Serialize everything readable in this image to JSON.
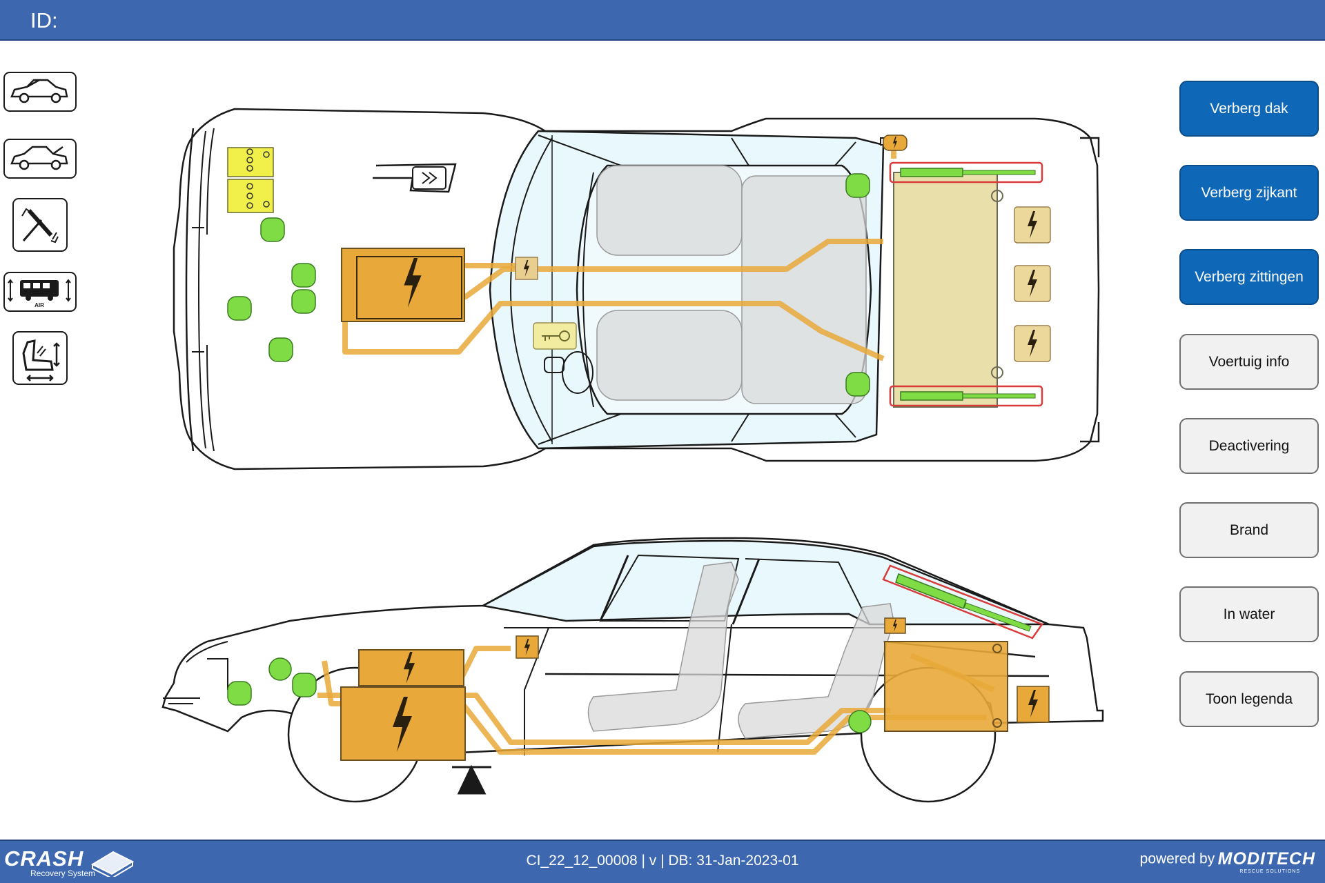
{
  "header": {
    "id_label": "ID:"
  },
  "side_toolbar": {
    "icons": [
      {
        "name": "car-hood-open-icon"
      },
      {
        "name": "car-trunk-open-icon"
      },
      {
        "name": "seatbelt-retract-icon"
      },
      {
        "name": "air-suspension-icon",
        "label": "AIR"
      },
      {
        "name": "seat-adjust-icon"
      }
    ]
  },
  "buttons": [
    {
      "label": "Verberg dak",
      "style": "primary"
    },
    {
      "label": "Verberg zijkant",
      "style": "primary"
    },
    {
      "label": "Verberg zittingen",
      "style": "primary"
    },
    {
      "label": "Voertuig info",
      "style": "secondary"
    },
    {
      "label": "Deactivering",
      "style": "secondary"
    },
    {
      "label": "Brand",
      "style": "secondary"
    },
    {
      "label": "In water",
      "style": "secondary"
    },
    {
      "label": "Toon legenda",
      "style": "secondary"
    }
  ],
  "footer": {
    "left_logo": "CRASH",
    "left_logo_sub": "Recovery System",
    "center_text": "CI_22_12_00008 | v | DB: 31-Jan-2023-01",
    "powered_by": "powered by",
    "right_logo": "MODITECH",
    "right_logo_sub": "RESCUE SOLUTIONS"
  },
  "legend_colors": {
    "high_voltage": "#e9a93a",
    "airbag": "#7fdc45",
    "gas_strut_outline": "#d93a3a",
    "seatbelt_pretensioner": "#f1f04a",
    "glass": "#e9f8fc",
    "top_bar": "#3d68b0",
    "primary_button": "#0f68b7"
  }
}
